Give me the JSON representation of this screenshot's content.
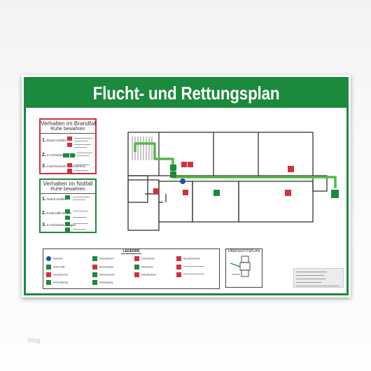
{
  "title": "Flucht- und Rettungsplan",
  "fire_box": {
    "title": "Verhalten im Brandfall",
    "subtitle": "Ruhe bewahren",
    "steps": [
      {
        "num": "1.",
        "label": "Brand melden"
      },
      {
        "num": "2.",
        "label": "In Sicherheit bringen"
      },
      {
        "num": "3.",
        "label": "Löschversuch unternehmen"
      }
    ]
  },
  "aid_box": {
    "title": "Verhalten im Notfall",
    "subtitle": "Ruhe bewahren",
    "steps": [
      {
        "num": "1.",
        "label": "Notruf melden"
      },
      {
        "num": "2.",
        "label": "Erste-Hilfe leisten"
      },
      {
        "num": "3.",
        "label": "In Sicherheit bringen"
      }
    ]
  },
  "legend": {
    "title": "LEGENDE",
    "items": [
      {
        "label": "Standort",
        "icon": "standort-dot-icon"
      },
      {
        "label": "Erste Hilfe",
        "icon": "first-aid-icon"
      },
      {
        "label": "Feuerlöscher",
        "icon": "extinguisher-icon"
      },
      {
        "label": "Rettungsweg",
        "icon": "escape-arrow-icon"
      },
      {
        "label": "Notruftelefon",
        "icon": "phone-icon"
      },
      {
        "label": "Brandmelder",
        "icon": "fire-alarm-icon"
      },
      {
        "label": "Sammelstelle",
        "icon": "assembly-icon"
      },
      {
        "label": "Notausgang",
        "icon": "exit-icon"
      },
      {
        "label": "Löschdecke",
        "icon": "blanket-icon"
      },
      {
        "label": "Notdusche",
        "icon": "shower-icon"
      },
      {
        "label": "Wandhydrant",
        "icon": "hydrant-icon"
      },
      {
        "label": "Brandschutztür",
        "icon": "fire-door-icon"
      }
    ]
  },
  "overview": {
    "title": "ÜBERSICHTSPLAN"
  },
  "footer_watermark": "blog",
  "colors": {
    "green": "#1b8a3c",
    "red": "#d32f3f",
    "blue": "#1f4fa3"
  }
}
